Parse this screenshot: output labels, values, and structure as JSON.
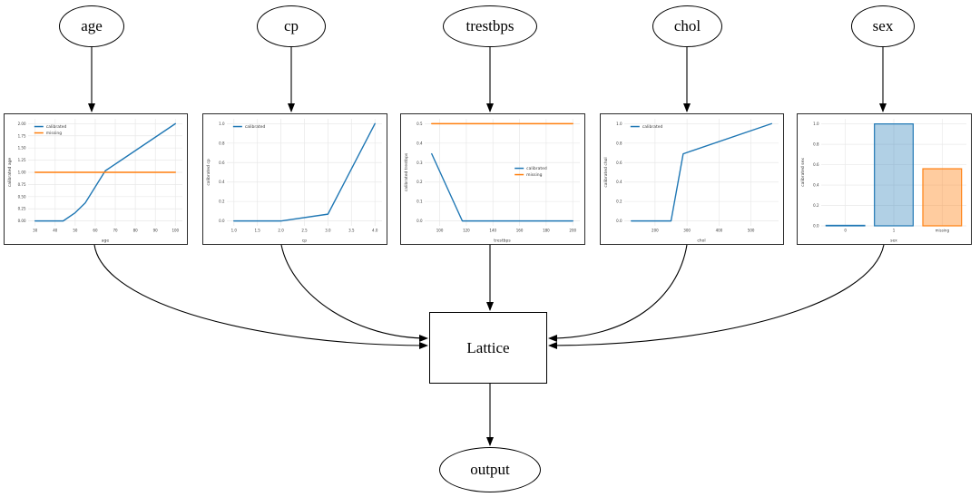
{
  "diagram": {
    "inputs": [
      {
        "label": "age"
      },
      {
        "label": "cp"
      },
      {
        "label": "trestbps"
      },
      {
        "label": "chol"
      },
      {
        "label": "sex"
      }
    ],
    "lattice": {
      "label": "Lattice"
    },
    "output": {
      "label": "output"
    }
  },
  "colors": {
    "calibrated": "#1f77b4",
    "missing": "#ff7f0e",
    "calibrated_fill": "rgba(31,119,180,0.35)",
    "missing_fill": "rgba(255,127,14,0.40)",
    "grid": "#e8e8e8",
    "tick_text": "#3a3a3a",
    "edge_line": "#000000"
  },
  "chart_data": [
    {
      "type": "line",
      "title": "",
      "xlabel": "age",
      "ylabel": "calibrated age",
      "xlim": [
        26.5,
        103.5
      ],
      "ylim": [
        -0.1,
        2.1
      ],
      "xticks": [
        30,
        40,
        50,
        60,
        70,
        80,
        90,
        100
      ],
      "xtick_labels": [
        "30",
        "40",
        "50",
        "60",
        "70",
        "80",
        "90",
        "100"
      ],
      "yticks": [
        0,
        0.25,
        0.5,
        0.75,
        1.0,
        1.25,
        1.5,
        1.75,
        2.0
      ],
      "ytick_labels": [
        "0.00",
        "0.25",
        "0.50",
        "0.75",
        "1.00",
        "1.25",
        "1.50",
        "1.75",
        "2.00"
      ],
      "grid": true,
      "legend": {
        "x": 0.04,
        "y": 0.03,
        "entries": [
          {
            "label": "calibrated",
            "color": "#1f77b4"
          },
          {
            "label": "missing",
            "color": "#ff7f0e"
          }
        ]
      },
      "series": [
        {
          "name": "calibrated",
          "color": "#1f77b4",
          "points": [
            [
              30,
              0.0
            ],
            [
              44,
              0.0
            ],
            [
              50,
              0.17
            ],
            [
              55,
              0.37
            ],
            [
              65,
              1.03
            ],
            [
              100,
              2.0
            ]
          ]
        },
        {
          "name": "missing",
          "color": "#ff7f0e",
          "points": [
            [
              30,
              1.0
            ],
            [
              100,
              1.0
            ]
          ]
        }
      ]
    },
    {
      "type": "line",
      "title": "",
      "xlabel": "cp",
      "ylabel": "calibrated cp",
      "xlim": [
        0.85,
        4.15
      ],
      "ylim": [
        -0.05,
        1.05
      ],
      "xticks": [
        1.0,
        1.5,
        2.0,
        2.5,
        3.0,
        3.5,
        4.0
      ],
      "xtick_labels": [
        "1.0",
        "1.5",
        "2.0",
        "2.5",
        "3.0",
        "3.5",
        "4.0"
      ],
      "yticks": [
        0,
        0.2,
        0.4,
        0.6,
        0.8,
        1.0
      ],
      "ytick_labels": [
        "0.0",
        "0.2",
        "0.4",
        "0.6",
        "0.8",
        "1.0"
      ],
      "grid": true,
      "legend": {
        "x": 0.04,
        "y": 0.03,
        "entries": [
          {
            "label": "calibrated",
            "color": "#1f77b4"
          }
        ]
      },
      "series": [
        {
          "name": "calibrated",
          "color": "#1f77b4",
          "points": [
            [
              1.0,
              0.0
            ],
            [
              2.0,
              0.0
            ],
            [
              3.0,
              0.07
            ],
            [
              4.0,
              1.0
            ]
          ]
        }
      ]
    },
    {
      "type": "line",
      "title": "",
      "xlabel": "trestbps",
      "ylabel": "calibrated trestbps",
      "xlim": [
        88.7,
        205.3
      ],
      "ylim": [
        -0.025,
        0.525
      ],
      "xticks": [
        100,
        120,
        140,
        160,
        180,
        200
      ],
      "xtick_labels": [
        "100",
        "120",
        "140",
        "160",
        "180",
        "200"
      ],
      "yticks": [
        0,
        0.1,
        0.2,
        0.3,
        0.4,
        0.5
      ],
      "ytick_labels": [
        "0.0",
        "0.1",
        "0.2",
        "0.3",
        "0.4",
        "0.5"
      ],
      "grid": true,
      "legend": {
        "x": 0.58,
        "y": 0.42,
        "entries": [
          {
            "label": "calibrated",
            "color": "#1f77b4"
          },
          {
            "label": "missing",
            "color": "#ff7f0e"
          }
        ]
      },
      "series": [
        {
          "name": "calibrated",
          "color": "#1f77b4",
          "points": [
            [
              94,
              0.345
            ],
            [
              117,
              0.0
            ],
            [
              200,
              0.0
            ]
          ]
        },
        {
          "name": "missing",
          "color": "#ff7f0e",
          "points": [
            [
              94,
              0.5
            ],
            [
              200,
              0.5
            ]
          ]
        }
      ]
    },
    {
      "type": "line",
      "title": "",
      "xlabel": "chol",
      "ylabel": "calibrated chol",
      "xlim": [
        104,
        586
      ],
      "ylim": [
        -0.05,
        1.05
      ],
      "xticks": [
        200,
        300,
        400,
        500
      ],
      "xtick_labels": [
        "200",
        "300",
        "400",
        "500"
      ],
      "yticks": [
        0,
        0.2,
        0.4,
        0.6,
        0.8,
        1.0
      ],
      "ytick_labels": [
        "0.0",
        "0.2",
        "0.4",
        "0.6",
        "0.8",
        "1.0"
      ],
      "grid": true,
      "legend": {
        "x": 0.04,
        "y": 0.03,
        "entries": [
          {
            "label": "calibrated",
            "color": "#1f77b4"
          }
        ]
      },
      "series": [
        {
          "name": "calibrated",
          "color": "#1f77b4",
          "points": [
            [
              126,
              0.0
            ],
            [
              250,
              0.0
            ],
            [
              288,
              0.69
            ],
            [
              564,
              1.0
            ]
          ]
        }
      ]
    },
    {
      "type": "bar",
      "title": "",
      "xlabel": "sex",
      "ylabel": "calibrated sex",
      "categories": [
        "0",
        "1",
        "missing"
      ],
      "values": [
        0.005,
        1.0,
        0.56
      ],
      "bar_width": 0.8,
      "bar_fills": [
        "rgba(31,119,180,0.35)",
        "rgba(31,119,180,0.35)",
        "rgba(255,127,14,0.40)"
      ],
      "bar_edges": [
        "#1f77b4",
        "#1f77b4",
        "#ff7f0e"
      ],
      "xlim": [
        -0.5,
        2.5
      ],
      "ylim": [
        0,
        1.05
      ],
      "xticks": [
        0,
        1,
        2
      ],
      "xtick_labels": [
        "0",
        "1",
        "missing"
      ],
      "yticks": [
        0,
        0.2,
        0.4,
        0.6,
        0.8,
        1.0
      ],
      "ytick_labels": [
        "0.0",
        "0.2",
        "0.4",
        "0.6",
        "0.8",
        "1.0"
      ],
      "grid": true,
      "legend": null
    }
  ]
}
